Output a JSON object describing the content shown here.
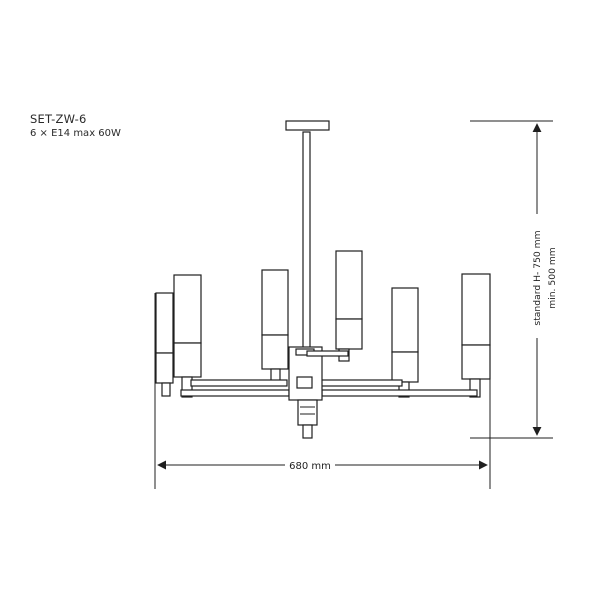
{
  "product": {
    "code": "SET-ZW-6",
    "spec": "6 × E14 max 60W"
  },
  "dimensions": {
    "width_label": "680 mm",
    "height_standard_label": "standard H- 750 mm",
    "height_min_label": "min. 500 mm"
  }
}
